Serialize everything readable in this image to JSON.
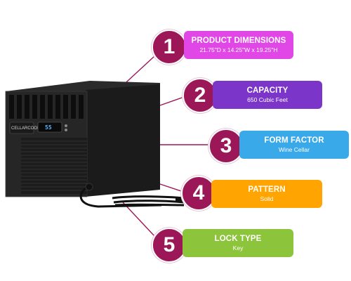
{
  "brand": {
    "logo_text": "CELLARCOOL",
    "display_reading": "55"
  },
  "colors": {
    "badge": "#9c1758",
    "callout_1": "#e146e6",
    "callout_2": "#7b35c8",
    "callout_3": "#39a9ea",
    "callout_4": "#ffa400",
    "callout_5": "#8cc43c",
    "leader_line": "#9c1758"
  },
  "features": [
    {
      "number": "1",
      "title": "PRODUCT DIMENSIONS",
      "value": "21.75\"D x 14.25\"W x 19.25\"H"
    },
    {
      "number": "2",
      "title": "CAPACITY",
      "value": "650 Cubic Feet"
    },
    {
      "number": "3",
      "title": "FORM FACTOR",
      "value": "Wine Cellar"
    },
    {
      "number": "4",
      "title": "PATTERN",
      "value": "Solid"
    },
    {
      "number": "5",
      "title": "LOCK TYPE",
      "value": "Key"
    }
  ]
}
